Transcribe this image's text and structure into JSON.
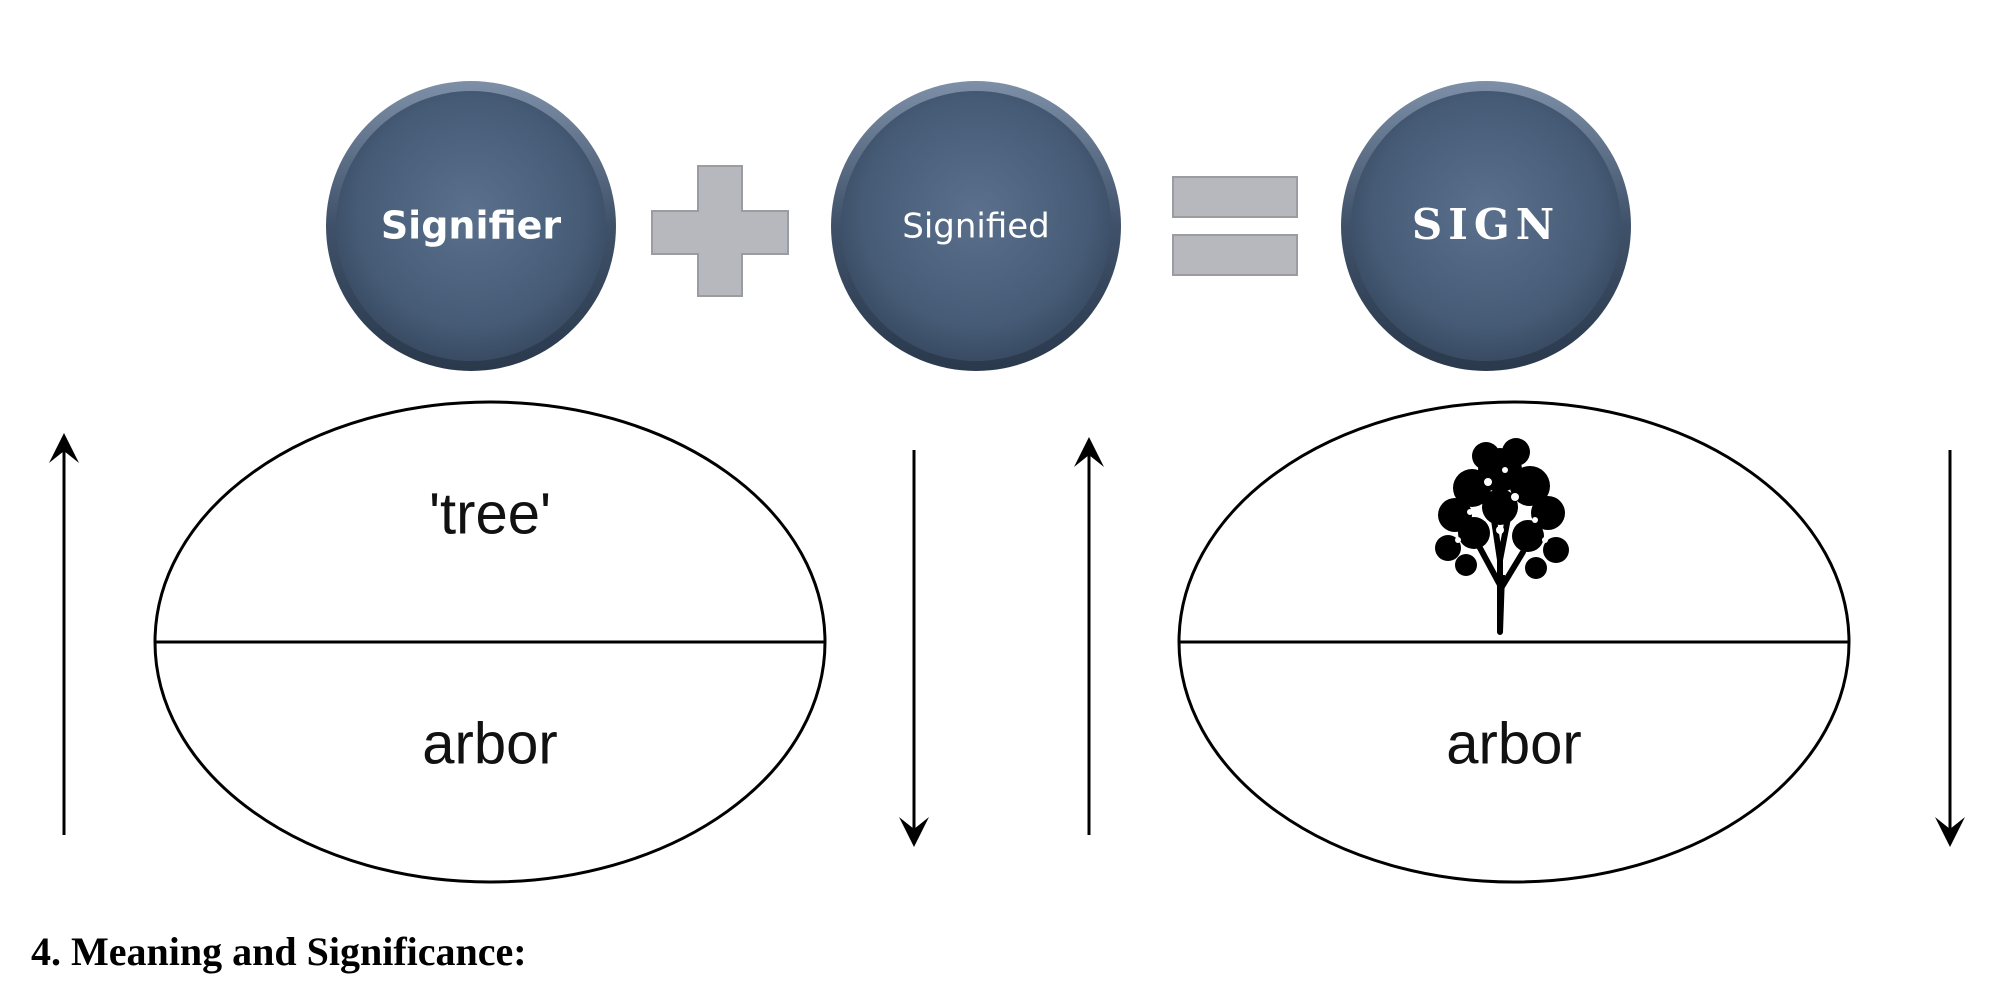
{
  "equation": {
    "signifier": "Signifier",
    "signified": "Signified",
    "sign": "SIGN"
  },
  "diagram_left": {
    "top_text": "'tree'",
    "bottom_text": "arbor"
  },
  "diagram_right": {
    "top_icon": "tree-icon",
    "bottom_text": "arbor"
  },
  "section_heading": "4. Meaning and Significance:",
  "colors": {
    "circle_fill": "#465b76",
    "circle_rim": "#334559",
    "operator_fill": "#b6b8bd",
    "operator_border": "#9a9ca1",
    "line": "#000000"
  }
}
